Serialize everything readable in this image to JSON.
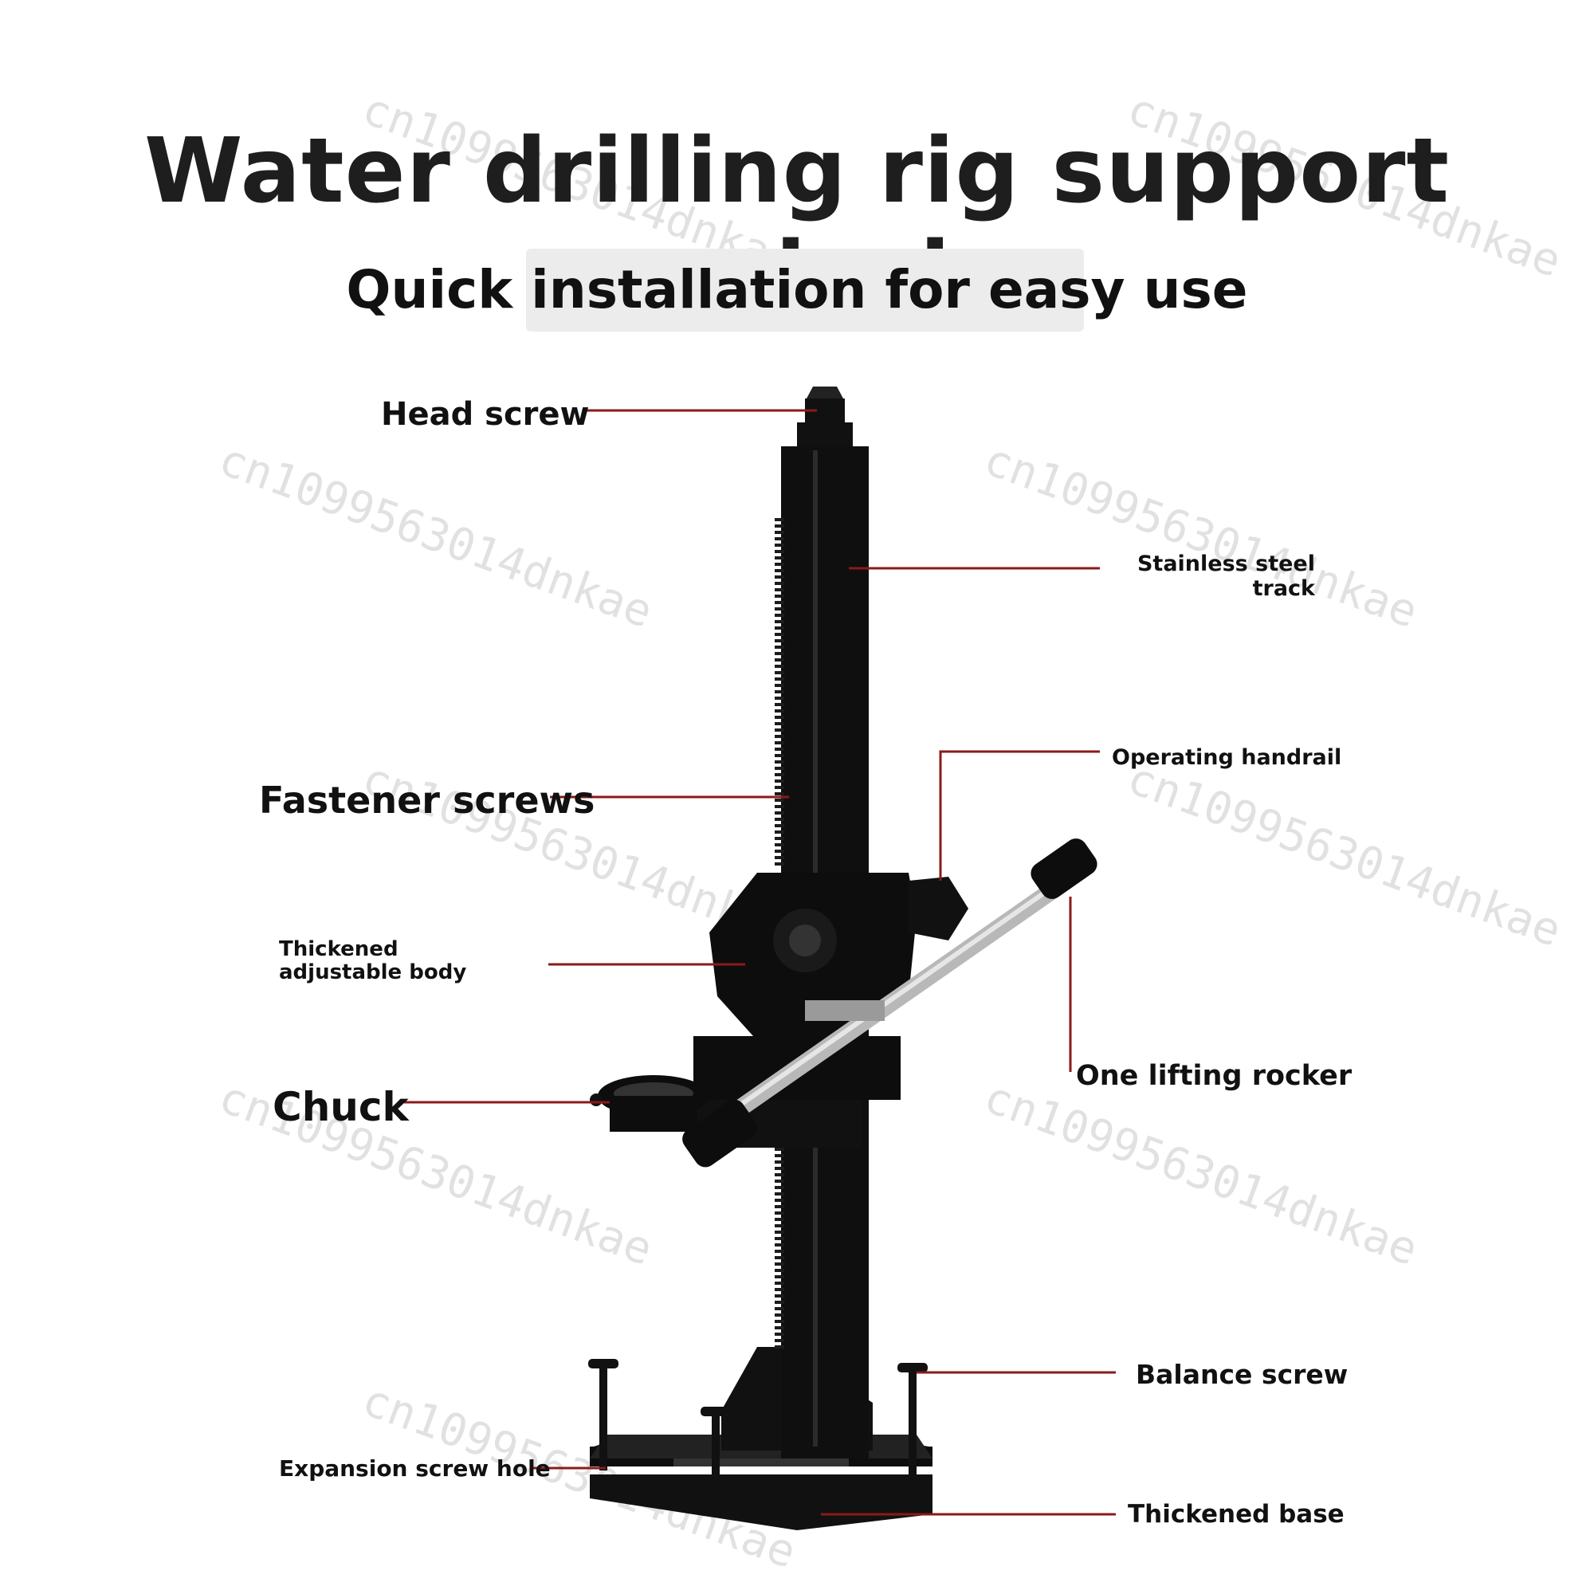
{
  "title": "Water drilling rig support analysis",
  "subtitle": "Quick installation for easy use",
  "labels": {
    "head_screw": "Head screw",
    "stainless_track": "Stainless steel track",
    "operating_handrail": "Operating handrail",
    "fastener_screws": "Fastener screws",
    "thickened_body": "Thickened adjustable body",
    "lifting_rocker": "One lifting rocker",
    "chuck": "Chuck",
    "balance_screw": "Balance screw",
    "expansion_hole": "Expansion screw hole",
    "thickened_base": "Thickened base"
  },
  "watermark": "cn1099563014dnkae",
  "colors": {
    "leader_line": "#8b1a1a",
    "product": "#0d0d0d",
    "text": "#111111"
  }
}
